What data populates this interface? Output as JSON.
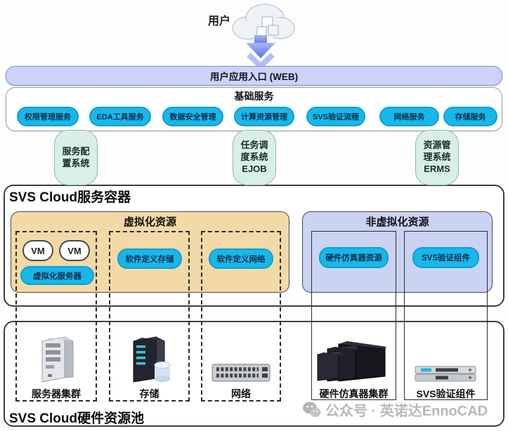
{
  "top": {
    "user_label": "用户"
  },
  "entry_bar": {
    "label": "用户应用入口 (WEB)"
  },
  "basic_services": {
    "title": "基础服务",
    "buttons": [
      "权限管理服务",
      "EDA工具服务",
      "数据安全管理",
      "计算资源管理",
      "SVS验证流程",
      "网络服务",
      "存储服务"
    ]
  },
  "middleware": [
    {
      "text": "服务配\n置系统"
    },
    {
      "text": "任务调\n度系统\nEJOB"
    },
    {
      "text": "资源管\n理系统\nERMS"
    }
  ],
  "service_container": {
    "title": "SVS Cloud服务容器",
    "virtualized": {
      "title": "虚拟化资源",
      "vm_labels": [
        "VM",
        "VM"
      ],
      "server_button": "虚拟化服务器",
      "sds_button": "软件定义存储",
      "sdn_button": "软件定义网络"
    },
    "non_virtualized": {
      "title": "非虚拟化资源",
      "emulator_button": "硬件仿真器资源",
      "svs_button": "SVS验证组件"
    }
  },
  "hardware_pool": {
    "title": "SVS Cloud硬件资源池",
    "items": [
      {
        "label": "服务器集群",
        "icon": "server-tower-icon"
      },
      {
        "label": "存储",
        "icon": "storage-tower-icon"
      },
      {
        "label": "网络",
        "icon": "network-switch-icon"
      },
      {
        "label": "硬件仿真器集群",
        "icon": "emulator-cluster-icon"
      },
      {
        "label": "SVS验证组件",
        "icon": "rack-server-icon"
      }
    ]
  },
  "watermark": {
    "text": "公众号 · 英诺达EnnoCAD"
  },
  "colors": {
    "accent_cyan": "#19b7e8",
    "cyan_border": "#0d9fd4",
    "entry_lavender": "#ccd3f7",
    "virtualized_tan": "#f2d9a5",
    "non_virtualized_lavender": "#cbd3f2",
    "middleware_teal": "#d9eee9",
    "arrow_blue": "#5e74e8",
    "watermark_gray": "#b9b9b9"
  }
}
